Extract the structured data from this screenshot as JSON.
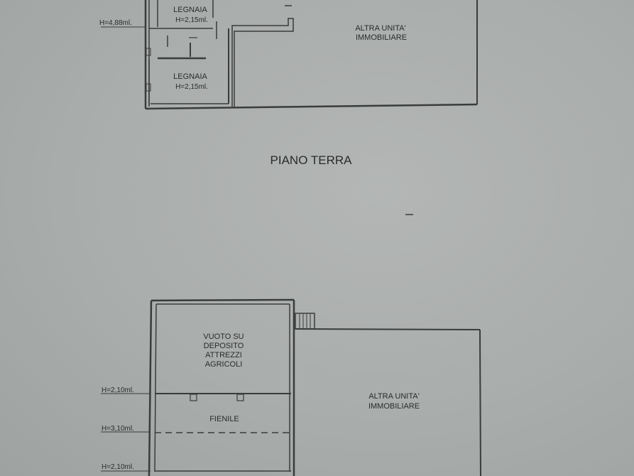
{
  "section_title": "PIANO TERRA",
  "ground_floor": {
    "level_mark": "H=4,88ml.",
    "legnaia_upper": {
      "name": "LEGNAIA",
      "height": "H=2,15ml."
    },
    "legnaia_lower": {
      "name": "LEGNAIA",
      "height": "H=2,15ml."
    },
    "other_unit": {
      "line1": "ALTRA UNITA'",
      "line2": "IMMOBILIARE"
    }
  },
  "upper_floor": {
    "vuoto": {
      "line1": "VUOTO SU",
      "line2": "DEPOSITO",
      "line3": "ATTREZZI",
      "line4": "AGRICOLI"
    },
    "fienile": {
      "name": "FIENILE"
    },
    "level_marks": [
      "H=2,10ml.",
      "H=3,10ml.",
      "H=2,10ml."
    ],
    "other_unit": {
      "line1": "ALTRA UNITA'",
      "line2": "IMMOBILIARE"
    }
  }
}
